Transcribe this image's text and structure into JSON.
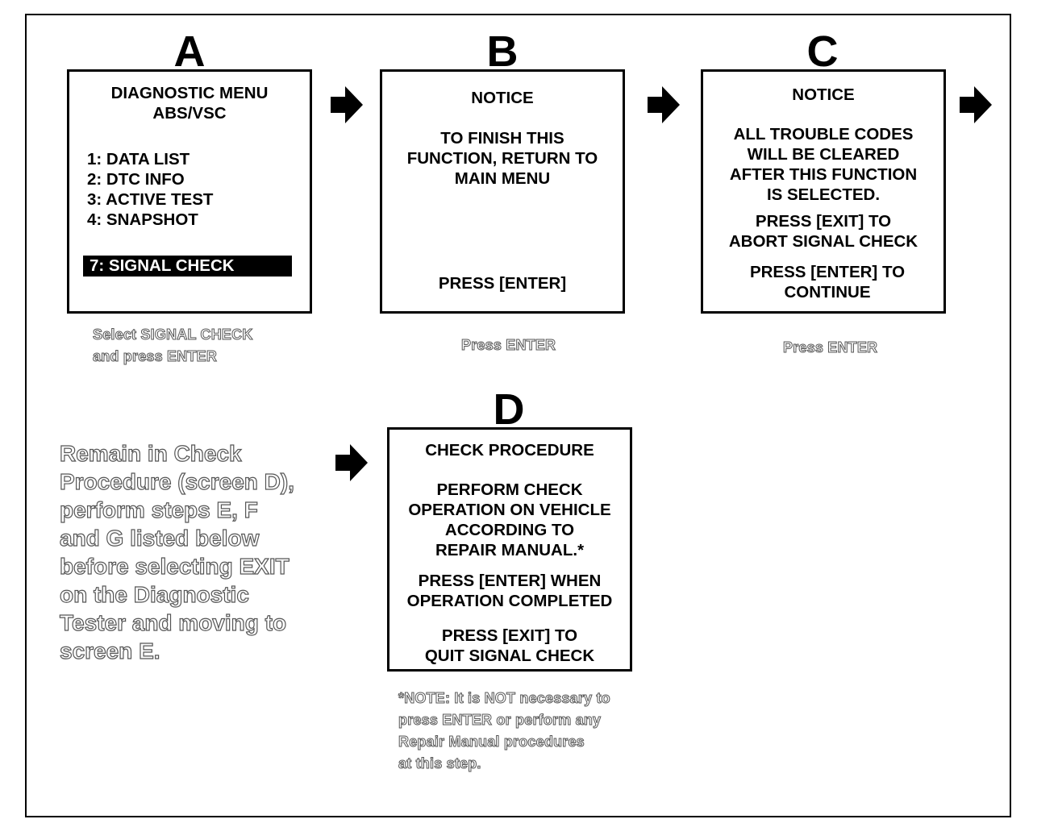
{
  "screens": {
    "a": {
      "letter": "A",
      "title": "DIAGNOSTIC MENU\nABS/VSC",
      "items": [
        "1:  DATA LIST",
        "2:  DTC INFO",
        "3:  ACTIVE TEST",
        "4:  SNAPSHOT"
      ],
      "selected": "7: SIGNAL CHECK",
      "caption": "Select SIGNAL CHECK\nand press ENTER"
    },
    "b": {
      "letter": "B",
      "title": "NOTICE",
      "body": "TO FINISH THIS\nFUNCTION, RETURN TO\nMAIN MENU",
      "footer": "PRESS [ENTER]",
      "caption": "Press ENTER"
    },
    "c": {
      "letter": "C",
      "title": "NOTICE",
      "body": "ALL TROUBLE CODES\nWILL BE CLEARED\nAFTER THIS FUNCTION\nIS SELECTED.",
      "exit_text": "PRESS [EXIT] TO\nABORT SIGNAL CHECK",
      "enter_text": "PRESS [ENTER] TO\nCONTINUE",
      "caption": "Press ENTER"
    },
    "d": {
      "letter": "D",
      "title": "CHECK PROCEDURE",
      "body": "PERFORM CHECK\nOPERATION ON VEHICLE\nACCORDING TO\nREPAIR MANUAL.*",
      "enter_text": "PRESS [ENTER] WHEN\nOPERATION COMPLETED",
      "exit_text": "PRESS [EXIT] TO\nQUIT SIGNAL CHECK",
      "note": "*NOTE: It is NOT necessary to\npress ENTER or perform any\nRepair Manual procedures\nat this step."
    }
  },
  "side_instruction": "Remain in Check\nProcedure (screen D),\nperform steps E, F\nand G listed below\nbefore selecting EXIT\non the Diagnostic\nTester and moving to\nscreen E.",
  "icons": {
    "arrow": "right-arrow-icon"
  }
}
